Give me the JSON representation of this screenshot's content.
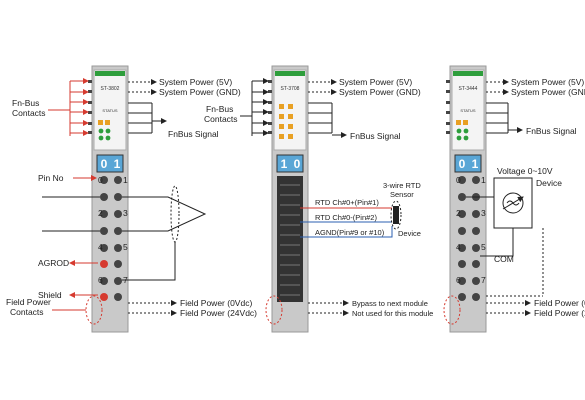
{
  "modules": [
    {
      "model": "ST-3802",
      "status": "STATUS",
      "channels": [
        "0",
        "1"
      ]
    },
    {
      "model": "ST-3708",
      "status": "",
      "channels": [
        "1",
        "0"
      ]
    },
    {
      "model": "ST-3444",
      "status": "STATUS",
      "channels": [
        "0",
        "1"
      ]
    }
  ],
  "labels": {
    "system_power_5v": "System Power (5V)",
    "system_power_gnd": "System Power (GND)",
    "fn_bus_contacts": [
      "Fn-Bus",
      "Contacts"
    ],
    "fn_bus_contacts_mid": [
      "Fn-Bus",
      "Contacts"
    ],
    "fnbus_signal": "FnBus Signal",
    "pin_no": "Pin No",
    "agrod": "AGROD",
    "shield": "Shield",
    "field_power_contacts": [
      "Field Power",
      "Contacts"
    ],
    "field_power_0v": "Field Power (0Vdc)",
    "field_power_24v": "Field Power (24Vdc)",
    "rtd_pin1": "RTD Ch#0+(Pin#1)",
    "rtd_pin2": "RTD Ch#0-(Pin#2)",
    "agnd": "AGND(Pin#9 or #10)",
    "rtd_sensor": [
      "3-wire RTD",
      "Sensor"
    ],
    "device_mid": "Device",
    "bypass": "Bypass to next module",
    "not_used": "Not used for this module",
    "voltage": "Voltage 0~10V",
    "device_right": "Device",
    "com": "COM",
    "field_power_0v_right": "Field Power (0",
    "field_power_24v_right": "Field Power (2"
  },
  "pin_numbers": [
    [
      "0",
      "1"
    ],
    [
      "2",
      "3"
    ],
    [
      "4",
      "5"
    ],
    [
      "6",
      "7"
    ]
  ],
  "colors": {
    "accent_green": "#2e9e3c",
    "arrow_red": "#d63a2f",
    "module_gray": "#c9c9c9",
    "channel_blue": "#5aa6d6",
    "wire_blue": "#2b5fb0"
  }
}
